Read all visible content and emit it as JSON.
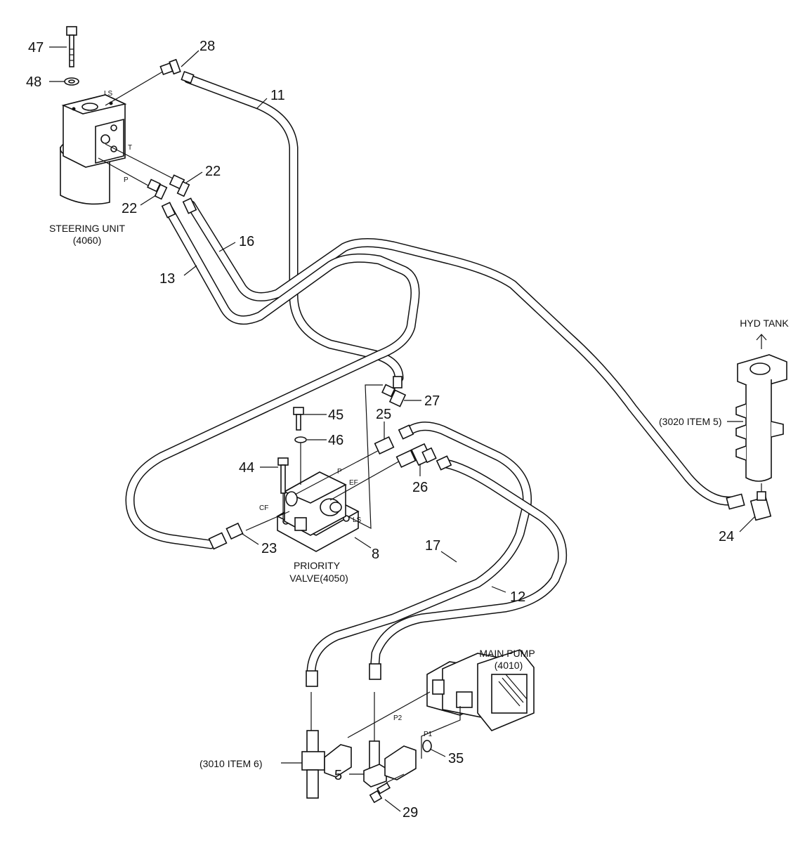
{
  "captions": {
    "steering_unit_name": "STEERING UNIT",
    "steering_unit_code": "(4060)",
    "priority_valve_name": "PRIORITY",
    "priority_valve_code": "VALVE(4050)",
    "main_pump_name": "MAIN PUMP",
    "main_pump_code": "(4010)",
    "hyd_tank": "HYD TANK",
    "tank_ref": "(3020 ITEM 5)",
    "pump_ref": "(3010 ITEM 6)"
  },
  "ports": {
    "ls_steer": "LS",
    "t_steer": "T",
    "p_steer": "P",
    "p_valve": "P",
    "ef_valve": "EF",
    "cf_valve": "CF",
    "ls_valve": "LS",
    "p1_pump": "P1",
    "p2_pump": "P2"
  },
  "callouts": {
    "c47": "47",
    "c48": "48",
    "c28": "28",
    "c11": "11",
    "c22a": "22",
    "c22b": "22",
    "c16": "16",
    "c13": "13",
    "c27": "27",
    "c25": "25",
    "c45": "45",
    "c46": "46",
    "c44": "44",
    "c26": "26",
    "c23": "23",
    "c8": "8",
    "c17": "17",
    "c12": "12",
    "c24": "24",
    "c35": "35",
    "c5": "5",
    "c29": "29"
  }
}
